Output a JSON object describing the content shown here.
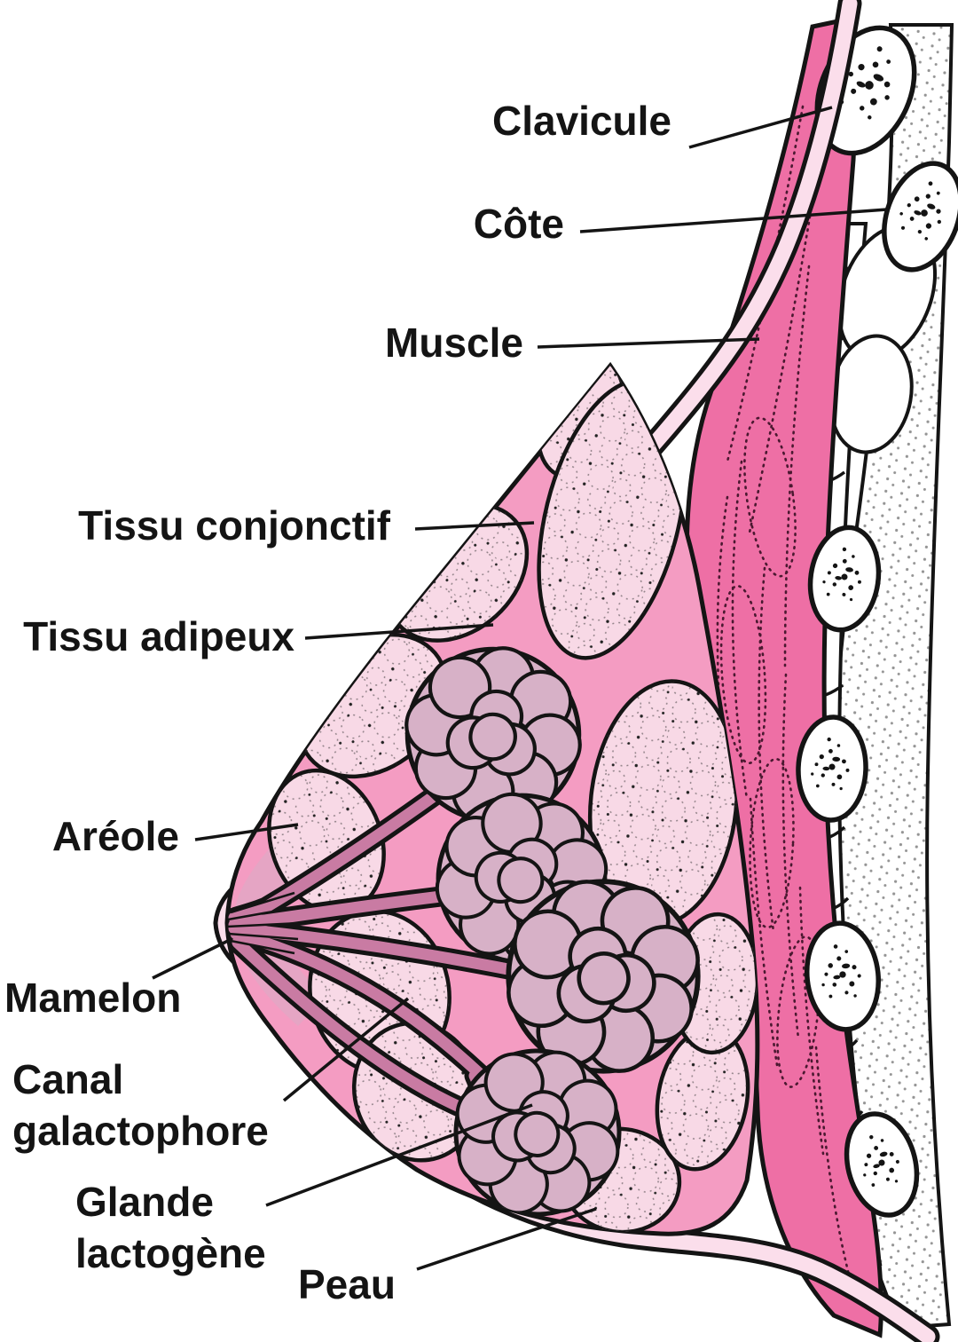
{
  "labels": {
    "clavicule": "Clavicule",
    "cote": "Côte",
    "muscle": "Muscle",
    "tissu_conjonctif": "Tissu conjonctif",
    "tissu_adipeux": "Tissu adipeux",
    "areole": "Aréole",
    "mamelon": "Mamelon",
    "canal_galactophore_l1": "Canal",
    "canal_galactophore_l2": "galactophore",
    "glande_lactogene_l1": "Glande",
    "glande_lactogene_l2": "lactogène",
    "peau": "Peau"
  },
  "colors": {
    "background": "#ffffff",
    "outline": "#141414",
    "skin": "#fbdeeb",
    "connective": "#f49cc2",
    "fat": "#f8d9e6",
    "gland": "#d7b1c7",
    "duct": "#c97ba3",
    "muscle": "#ee6fa5",
    "areola": "#e5a5c4",
    "bone": "#ffffff",
    "label_text": "#141414"
  }
}
